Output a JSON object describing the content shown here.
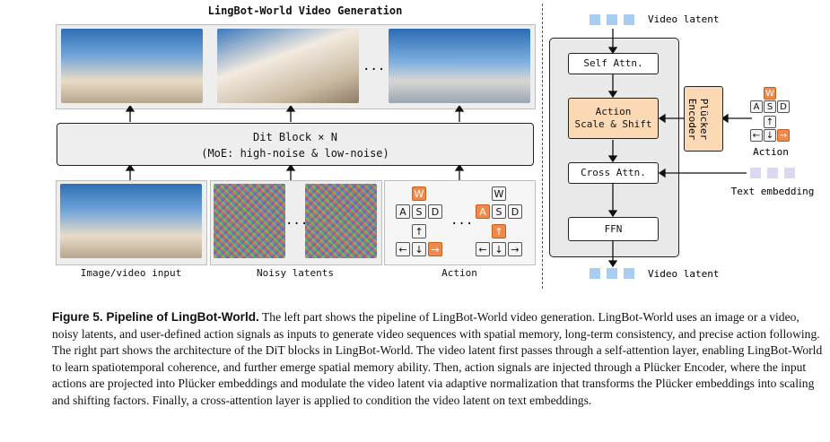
{
  "diagram": {
    "title": "LingBot-World Video Generation",
    "ellipsis": "...",
    "dit_line1": "Dit Block × N",
    "dit_line2": "(MoE: high-noise & low-noise)",
    "inputs": {
      "image_label": "Image/video input",
      "noise_label": "Noisy latents",
      "action_label": "Action"
    },
    "keys": {
      "w": "W",
      "a": "A",
      "s": "S",
      "d": "D",
      "up": "↑",
      "left": "←",
      "down": "↓",
      "right": "→"
    },
    "arch": {
      "video_latent_in": "Video latent",
      "self_attn": "Self Attn.",
      "action_line1": "Action",
      "action_line2": "Scale & Shift",
      "cross_attn": "Cross Attn.",
      "ffn": "FFN",
      "plucker": "Plücker Encoder",
      "action": "Action",
      "text_embedding": "Text embedding",
      "video_latent_out": "Video latent"
    },
    "colors": {
      "accent": "#f08a4b",
      "orange_block": "#fbd9b5",
      "latent": "#a9cdf0",
      "text_token": "#d9d9f2"
    }
  },
  "caption": {
    "lead": "Figure 5. Pipeline of LingBot-World.",
    "body": "The left part shows the pipeline of LingBot-World video generation. LingBot-World uses an image or a video, noisy latents, and user-defined action signals as inputs to generate video sequences with spatial memory, long-term consistency, and precise action following. The right part shows the architecture of the DiT blocks in LingBot-World. The video latent first passes through a self-attention layer, enabling LingBot-World to learn spatiotemporal coherence, and further emerge spatial memory ability. Then, action signals are injected through a Plücker Encoder, where the input actions are projected into Plücker embeddings and modulate the video latent via adaptive normalization that transforms the Plücker embeddings into scaling and shifting factors. Finally, a cross-attention layer is applied to condition the video latent on text embeddings."
  }
}
